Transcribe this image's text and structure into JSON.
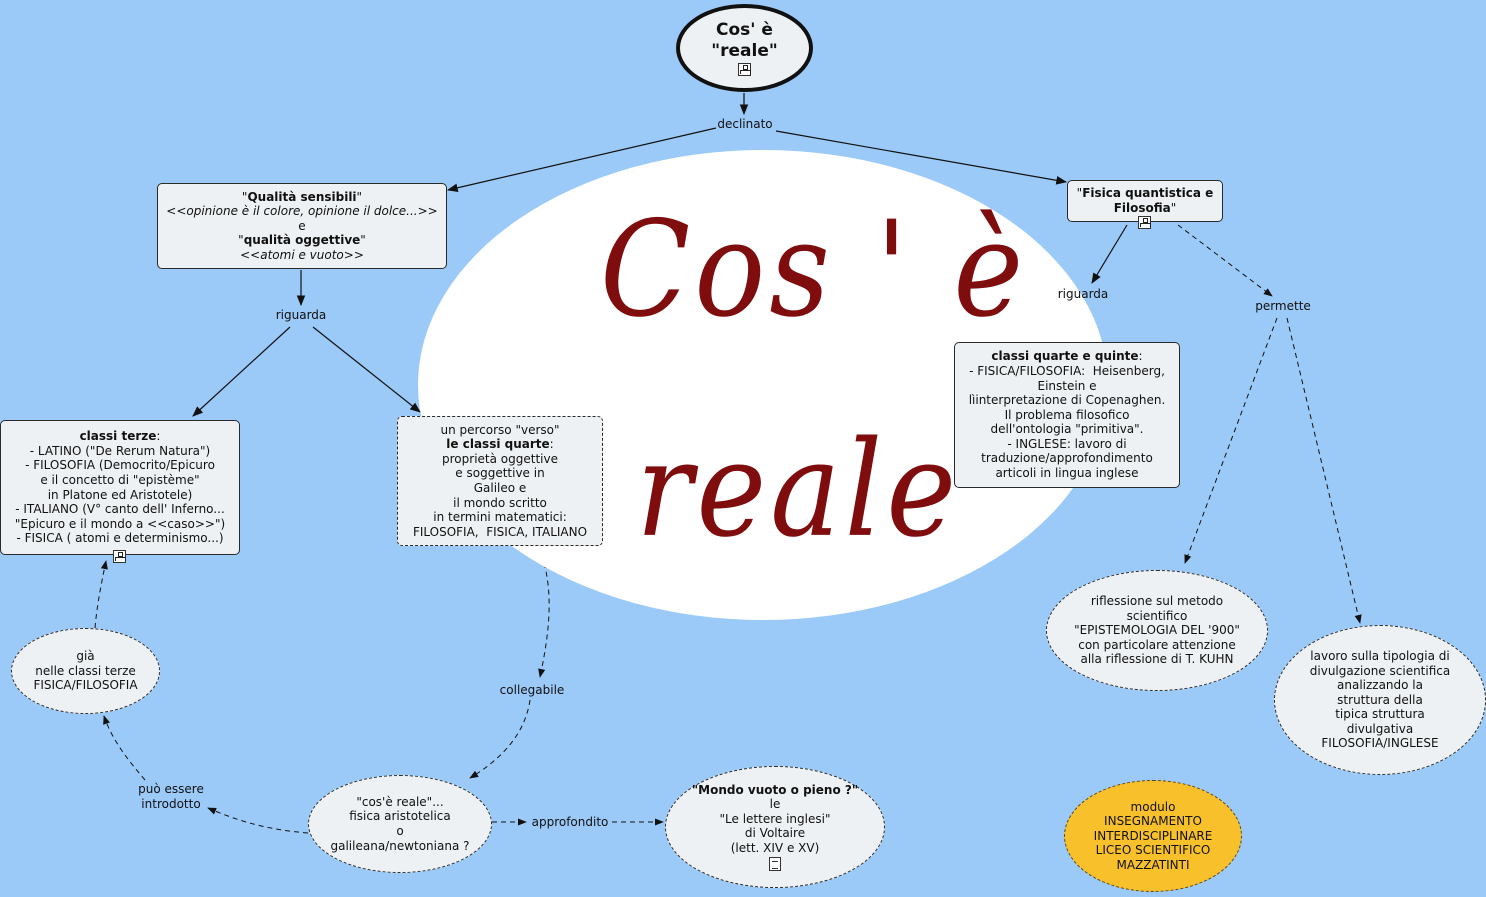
{
  "watermark": {
    "line1": "Cos ' è",
    "line2": "reale"
  },
  "root": {
    "line1": "Cos' è",
    "line2": "\"reale\""
  },
  "links": {
    "declinato": "declinato",
    "riguarda_left": "riguarda",
    "riguarda_right": "riguarda",
    "permette": "permette",
    "collegabile": "collegabile",
    "puo_essere_introdotto": "può essere\nintrodotto",
    "approfondito": "approfondito"
  },
  "nodes": {
    "qualita": {
      "q1": "Qualità sensibili",
      "q2": "<<opinione è il colore, opinione il dolce...>>",
      "q3": "e",
      "q4": "qualità oggettive",
      "q5": "<<atomi e vuoto>>"
    },
    "fisica_quantistica": {
      "l1": "Fisica quantistica e",
      "l2": "Filosofia"
    },
    "classi_terze": {
      "title": "classi terze",
      "lines": [
        "- LATINO (\"De Rerum Natura\")",
        "- FILOSOFIA (Democrito/Epicuro",
        "e il concetto di \"epistème\"",
        "in Platone ed Aristotele)",
        "- ITALIANO (V° canto dell' Inferno...",
        "\"Epicuro e il mondo a <<caso>>\")",
        "- FISICA ( atomi e determinismo...)"
      ]
    },
    "percorso": {
      "l1": "un percorso \"verso\"",
      "l2": "le classi quarte",
      "lines": [
        "proprietà oggettive",
        "e soggettive in",
        "Galileo e",
        "il mondo scritto",
        "in termini matematici:",
        "FILOSOFIA,  FISICA, ITALIANO"
      ]
    },
    "classi_quarte_quinte": {
      "title": "classi quarte e quinte",
      "lines": [
        "- FISICA/FILOSOFIA:  Heisenberg,",
        "Einstein e",
        "lìinterpretazione di Copenaghen.",
        "Il problema filosofico",
        "dell'ontologia \"primitiva\".",
        "- INGLESE: lavoro di",
        "traduzione/approfondimento",
        "articoli in lingua inglese"
      ]
    },
    "gia": {
      "lines": [
        "già",
        "nelle classi terze",
        "FISICA/FILOSOFIA"
      ]
    },
    "cos_e_reale": {
      "lines": [
        "\"cos'è reale\"...",
        "fisica aristotelica",
        "o",
        "galileana/newtoniana ?"
      ]
    },
    "mondo_vuoto": {
      "title": "\"Mondo vuoto o pieno ?\"",
      "lines": [
        "le",
        "\"Le lettere inglesi\"",
        "di Voltaire",
        "(lett. XIV e XV)"
      ]
    },
    "riflessione": {
      "lines": [
        "riflessione sul metodo",
        "scientifico",
        "\"EPISTEMOLOGIA DEL '900\"",
        "con particolare attenzione",
        "alla riflessione di T. KUHN"
      ]
    },
    "lavoro": {
      "lines": [
        "lavoro sulla tipologia di",
        "divulgazione scientifica",
        "analizzando la",
        "struttura della",
        "tipica struttura",
        "divulgativa",
        "FILOSOFIA/INGLESE"
      ]
    },
    "modulo": {
      "lines": [
        "modulo",
        "INSEGNAMENTO",
        "INTERDISCIPLINARE",
        "LICEO SCIENTIFICO",
        "MAZZATINTI"
      ]
    }
  },
  "icons": [
    "concept-map-icon",
    "document-icon"
  ],
  "colors": {
    "background": "#9ccaf8",
    "watermark": "#800d0d",
    "node_fill": "#edf1f3",
    "module_fill": "#f8c12c"
  }
}
